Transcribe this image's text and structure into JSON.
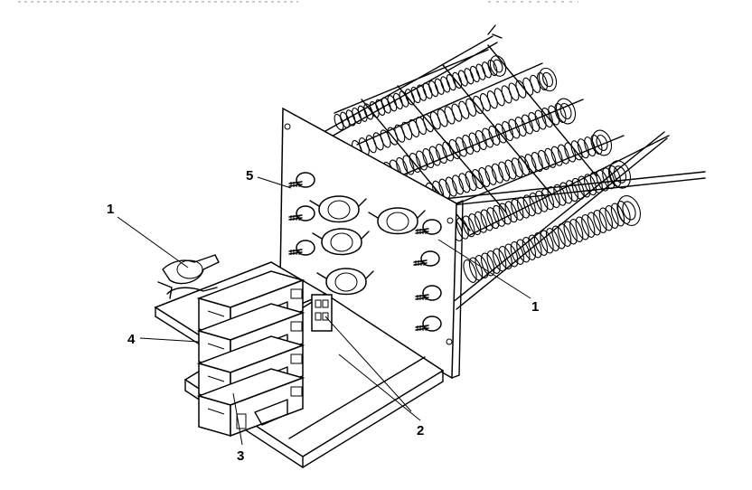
{
  "figure": {
    "header_text": "",
    "callouts": [
      {
        "id": "callout-1-left",
        "text": "1"
      },
      {
        "id": "callout-1-right",
        "text": "1"
      },
      {
        "id": "callout-2",
        "text": "2"
      },
      {
        "id": "callout-3",
        "text": "3"
      },
      {
        "id": "callout-4",
        "text": "4"
      },
      {
        "id": "callout-5",
        "text": "5"
      }
    ]
  },
  "colors": {
    "ink": "#000000",
    "paper": "#ffffff"
  },
  "icons": {
    "heater-assembly": "electric-heater-element-assembly-icon"
  }
}
